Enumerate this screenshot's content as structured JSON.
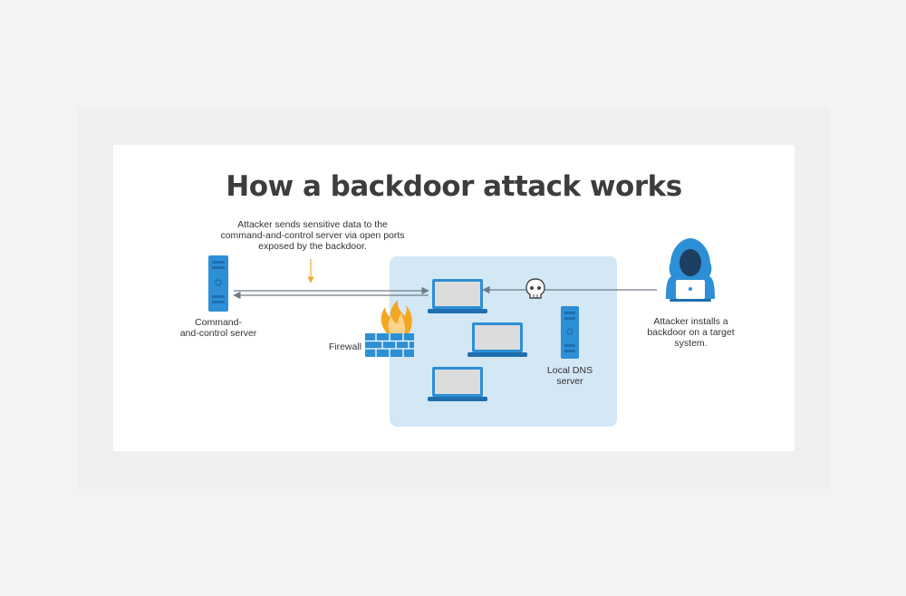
{
  "title": "How a backdoor attack works",
  "annotation": {
    "lines": [
      "Attacker sends sensitive data to the",
      "command-and-control server via open ports",
      "exposed by the backdoor."
    ]
  },
  "labels": {
    "c2_server": [
      "Command-",
      "and-control server"
    ],
    "firewall": [
      "Firewall"
    ],
    "dns_server": [
      "Local DNS",
      "server"
    ],
    "attacker": [
      "Attacker installs a",
      "backdoor on a target",
      "system."
    ]
  },
  "colors": {
    "page_bg": "#f3f3f3",
    "card_bg": "#ffffff",
    "network_zone": "#d3e7f5",
    "device_blue": "#2d8fd5",
    "device_dark": "#1f6fae",
    "screen_gray": "#dcdcdc",
    "arrow_gray": "#6f7b86",
    "annotation_arrow": "#f2a93b",
    "flame": "#f5a623",
    "title_text": "#3d3d3d"
  },
  "icons": [
    "server-icon",
    "laptop-icon",
    "firewall-icon",
    "skull-icon",
    "hacker-icon"
  ]
}
